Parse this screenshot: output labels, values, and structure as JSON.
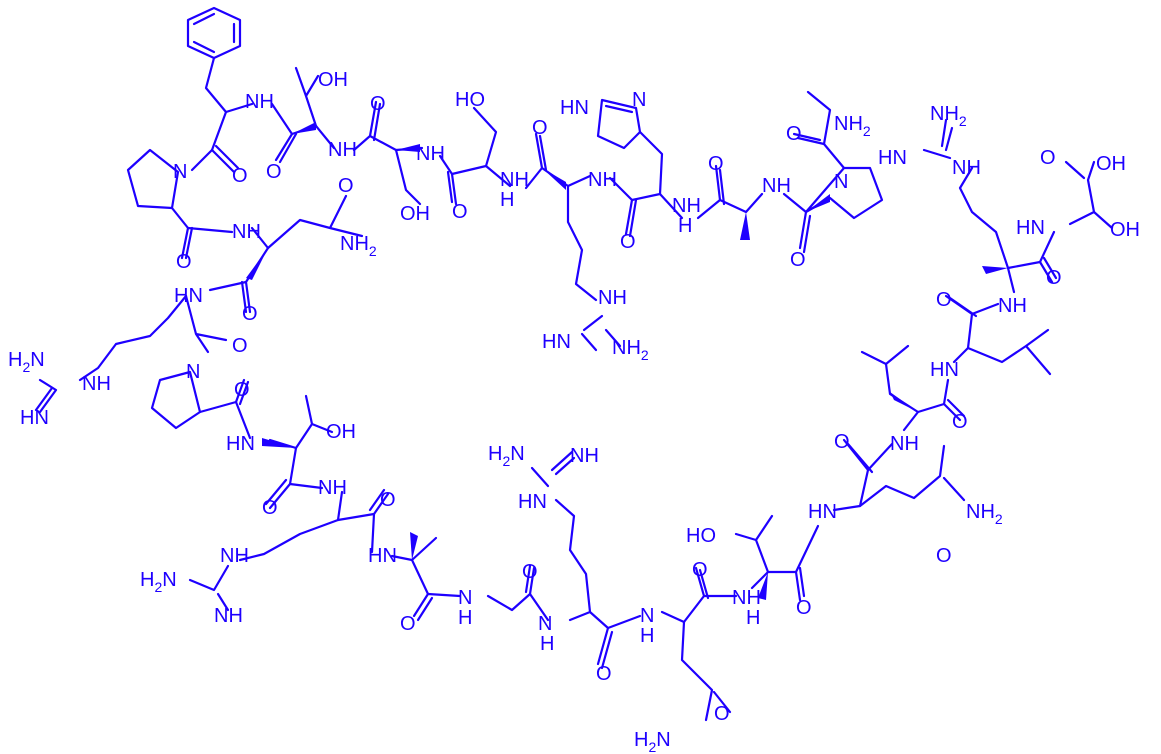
{
  "figure": {
    "kind": "skeletal structural formula of a peptide",
    "color": "#1e00ff",
    "background": "#ffffff"
  },
  "atom_labels": {
    "oh": "OH",
    "ho": "HO",
    "nh": "NH",
    "hn": "HN",
    "n": "N",
    "h": "H",
    "o": "O",
    "nh2": "NH",
    "h2n": "H",
    "hn_imine": "HN",
    "nh_imine": "NH",
    "subscript_2": "2"
  }
}
